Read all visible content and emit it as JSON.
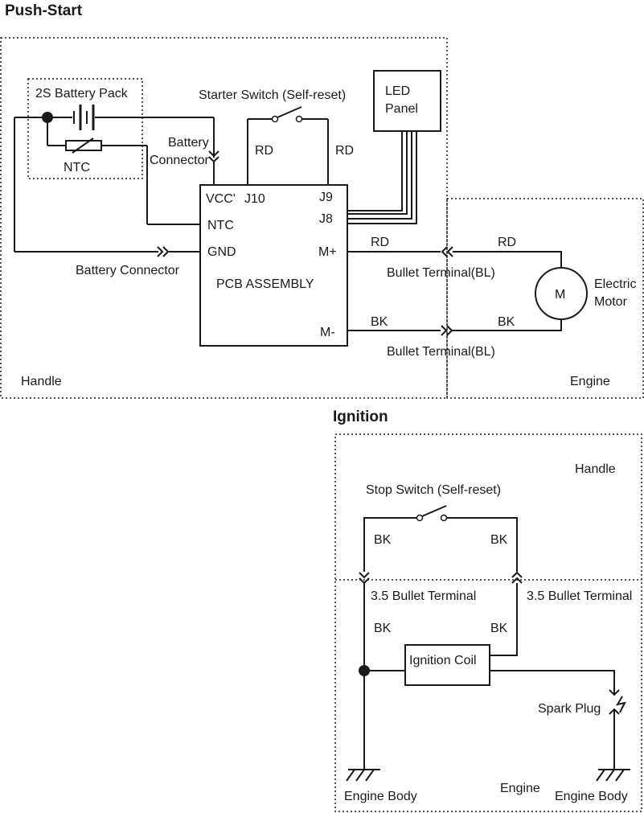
{
  "push_start": {
    "title": "Push-Start",
    "battery_pack": "2S Battery Pack",
    "ntc_label": "NTC",
    "battery_connector_top": [
      "Battery",
      "Connector"
    ],
    "battery_connector_bottom": "Battery Connector",
    "starter_switch": "Starter Switch (Self-reset)",
    "led_panel": [
      "LED",
      "Panel"
    ],
    "wire_rd_left": "RD",
    "wire_rd_right": "RD",
    "pcb": {
      "vcc": "VCC'",
      "j10": "J10",
      "j9": "J9",
      "j8": "J8",
      "ntc": "NTC",
      "gnd": "GND",
      "m_plus": "M+",
      "m_minus": "M-",
      "name": "PCB ASSEMBLY"
    },
    "rd_mplus_left": "RD",
    "rd_mplus_right": "RD",
    "bk_mminus_left": "BK",
    "bk_mminus_right": "BK",
    "bullet_terminal_1": "Bullet Terminal(BL)",
    "bullet_terminal_2": "Bullet Terminal(BL)",
    "motor_symbol": "M",
    "motor_label": [
      "Electric",
      "Motor"
    ],
    "zone_handle": "Handle",
    "zone_engine": "Engine"
  },
  "ignition": {
    "title": "Ignition",
    "zone_handle": "Handle",
    "stop_switch": "Stop Switch (Self-reset)",
    "bk_top_left": "BK",
    "bk_top_right": "BK",
    "bullet_left": "3.5 Bullet Terminal",
    "bullet_right": "3.5 Bullet Terminal",
    "bk_mid_left": "BK",
    "bk_mid_right": "BK",
    "ignition_coil": "Ignition Coil",
    "spark_plug": "Spark Plug",
    "engine_body_left": "Engine Body",
    "engine_body_right": "Engine Body",
    "zone_engine": "Engine"
  }
}
